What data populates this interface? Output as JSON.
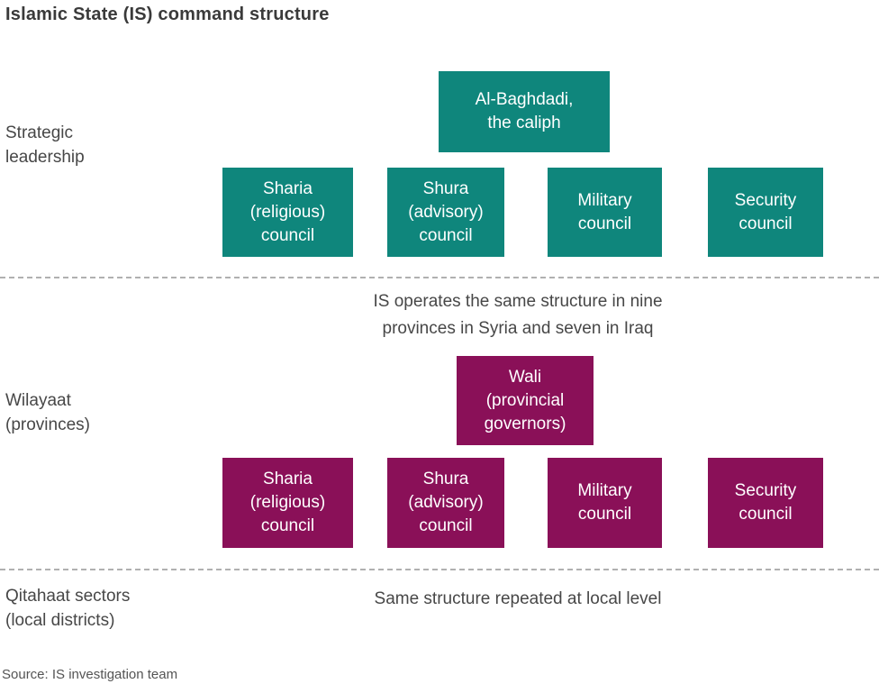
{
  "title": "Islamic State (IS) command structure",
  "colors": {
    "teal": "#0f867c",
    "purple": "#8a1058",
    "title_text": "#3a3a3a",
    "body_text": "#474747",
    "box_text": "#ffffff",
    "divider": "#b0b0b0",
    "source_text": "#545454"
  },
  "sections": {
    "strategic": {
      "label": "Strategic\nleadership",
      "leader": "Al-Baghdadi,\nthe caliph",
      "councils": [
        "Sharia\n(religious)\ncouncil",
        "Shura\n(advisory)\ncouncil",
        "Military\ncouncil",
        "Security\ncouncil"
      ]
    },
    "wilayaat": {
      "label": "Wilayaat\n(provinces)",
      "note": "IS operates the same structure in nine\nprovinces in Syria and seven in Iraq",
      "leader": "Wali\n(provincial\ngovernors)",
      "councils": [
        "Sharia\n(religious)\ncouncil",
        "Shura\n(advisory)\ncouncil",
        "Military\ncouncil",
        "Security\ncouncil"
      ]
    },
    "qitahaat": {
      "label": "Qitahaat sectors\n(local districts)",
      "note": "Same structure repeated at local level"
    }
  },
  "source": "Source: IS investigation team"
}
